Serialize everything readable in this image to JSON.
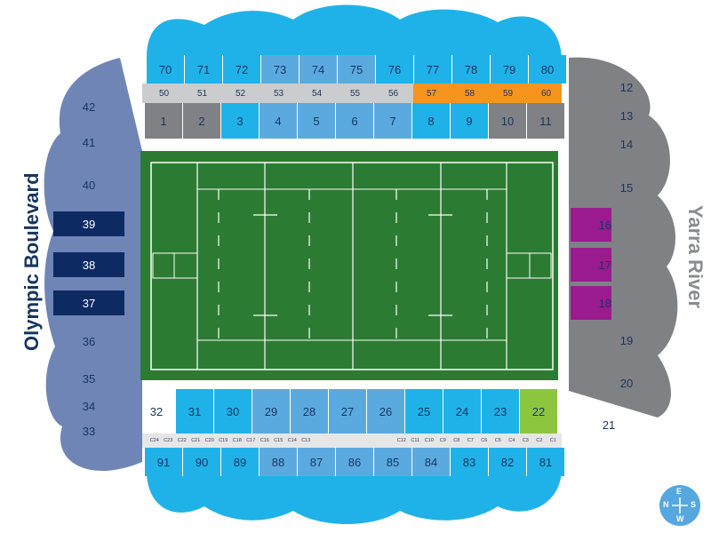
{
  "map": {
    "left_road": "Olympic Boulevard",
    "right_road": "Yarra River",
    "compass": {
      "north": "N",
      "south": "S",
      "east": "E",
      "west": "W"
    },
    "colors": {
      "light_blue": "#1fb2e8",
      "mid_blue": "#5aaae0",
      "grey_blue": "#6f85b6",
      "navy": "#0e2a63",
      "dark_grey": "#808184",
      "light_grey": "#cbcccd",
      "orange": "#f7941d",
      "purple": "#9a1b8f",
      "light_green": "#8cc63f",
      "pitch_green": "#2c7b32"
    },
    "sections": {
      "top_upper": [
        "70",
        "71",
        "72",
        "73",
        "74",
        "75",
        "76",
        "77",
        "78",
        "79",
        "80"
      ],
      "top_middle": [
        "50",
        "51",
        "52",
        "53",
        "54",
        "55",
        "56",
        "57",
        "58",
        "59",
        "60"
      ],
      "top_lower": [
        "1",
        "2",
        "3",
        "4",
        "5",
        "6",
        "7",
        "8",
        "9",
        "10",
        "11"
      ],
      "left": [
        "42",
        "41",
        "40",
        "39",
        "38",
        "37",
        "36",
        "35",
        "34",
        "33"
      ],
      "right": [
        "12",
        "13",
        "14",
        "15",
        "16",
        "17",
        "18",
        "19",
        "20",
        "21"
      ],
      "bottom_lower": [
        "32",
        "31",
        "30",
        "29",
        "28",
        "27",
        "26",
        "25",
        "24",
        "23",
        "22"
      ],
      "bottom_boxes_left": [
        "C24",
        "C23",
        "C22",
        "C21",
        "C20",
        "C19",
        "C18",
        "C17",
        "C16",
        "C15",
        "C14",
        "C13"
      ],
      "bottom_boxes_right": [
        "C12",
        "C11",
        "C10",
        "C9",
        "C8",
        "C7",
        "C6",
        "C5",
        "C4",
        "C3",
        "C2",
        "C1"
      ],
      "bottom_upper": [
        "91",
        "90",
        "89",
        "88",
        "87",
        "86",
        "85",
        "84",
        "83",
        "82",
        "81"
      ]
    }
  }
}
